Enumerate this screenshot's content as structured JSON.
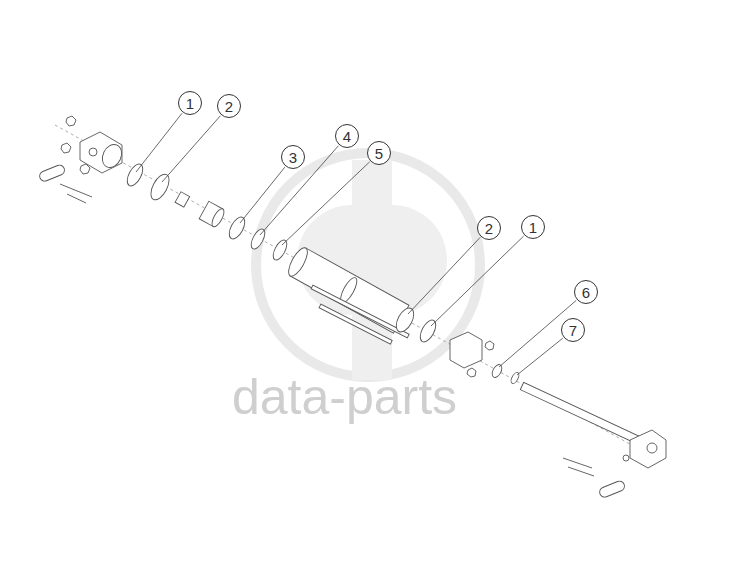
{
  "diagram": {
    "nodes": [
      {
        "text": [
          "1"
        ]
      },
      {
        "text": [
          "2"
        ]
      },
      {
        "text": [
          "3"
        ]
      },
      {
        "text": [
          "4"
        ]
      },
      {
        "text": [
          "5"
        ]
      },
      {
        "text": [
          "2"
        ]
      },
      {
        "text": [
          "1"
        ]
      },
      {
        "text": [
          "6"
        ]
      },
      {
        "text": [
          "7"
        ]
      }
    ],
    "labels": [
      "data-parts"
    ]
  }
}
